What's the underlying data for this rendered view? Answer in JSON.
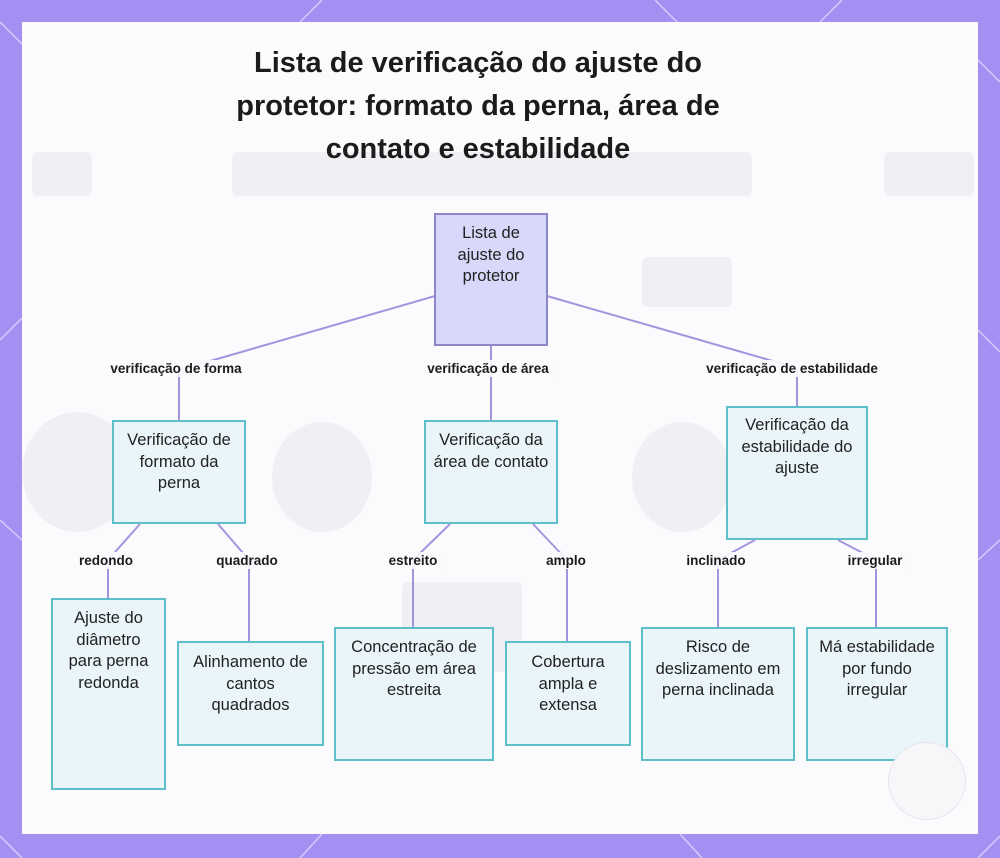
{
  "diagram": {
    "title": "Lista de verificação do ajuste do protetor: formato da perna, área de contato e estabilidade",
    "nodes": {
      "root": "Lista de ajuste do protetor",
      "shape": "Verificação de formato da perna",
      "area": "Verificação da área de contato",
      "stability": "Verificação da estabilidade do ajuste",
      "round_fit": "Ajuste do diâmetro para perna redonda",
      "square_align": "Alinhamento de cantos quadrados",
      "narrow_pressure": "Concentração de pressão em área estreita",
      "wide_coverage": "Cobertura ampla e extensa",
      "tilt_risk": "Risco de deslizamento em perna inclinada",
      "uneven_stability": "Má estabilidade por fundo irregular"
    },
    "edges": {
      "shape": "verificação de forma",
      "area": "verificação de área",
      "stability": "verificação de estabilidade",
      "round": "redondo",
      "square": "quadrado",
      "narrow": "estreito",
      "wide": "amplo",
      "tilted": "inclinado",
      "uneven": "irregular"
    }
  },
  "colors": {
    "frame": "#a68ff2",
    "root_fill": "#d8d8fa",
    "root_border": "#8d87c8",
    "node_fill": "#eaf5fa",
    "node_border": "#5dc0c9",
    "edge": "#a594dd"
  }
}
